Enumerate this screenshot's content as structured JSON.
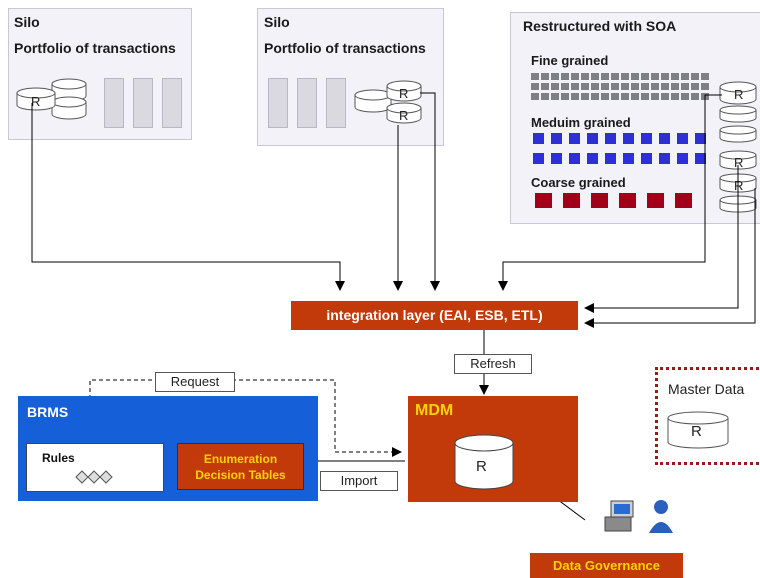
{
  "silo1": {
    "line1": "Silo",
    "line2": "Portfolio of transactions",
    "db_label": "R"
  },
  "silo2": {
    "line1": "Silo",
    "line2": "Portfolio of transactions",
    "db_label_top": "R",
    "db_label_bottom": "R"
  },
  "soa": {
    "title": "Restructured with SOA",
    "fine_label": "Fine grained",
    "medium_label": "Meduim grained",
    "coarse_label": "Coarse grained",
    "db_labels": [
      "R",
      "R",
      "R"
    ],
    "colors": {
      "fine": "#7f7f86",
      "medium": "#2f2fd6",
      "coarse": "#a10018"
    }
  },
  "integration": {
    "label": "integration layer (EAI, ESB, ETL)"
  },
  "refresh_label": "Refresh",
  "request_label": "Request",
  "import_label": "Import",
  "brms": {
    "title": "BRMS",
    "rules_label": "Rules",
    "tables_line1": "Enumeration",
    "tables_line2": "Decision Tables"
  },
  "mdm": {
    "title": "MDM",
    "db_label": "R"
  },
  "master_data": {
    "title": "Master Data",
    "db_label": "R"
  },
  "governance": {
    "label": "Data Governance",
    "icon": "workstation-user-icon"
  },
  "colors": {
    "integration": "#c23a0a",
    "brms": "#1560d8",
    "mdm": "#c23a0a",
    "tables_text": "#ffd200",
    "master_border": "#9a1a1a"
  }
}
